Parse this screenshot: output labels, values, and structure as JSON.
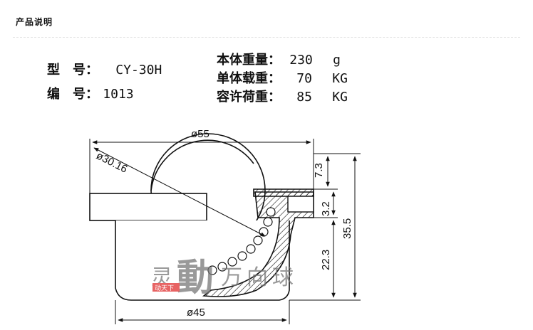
{
  "header": {
    "title": "产品说明"
  },
  "specs": {
    "model_label": "型　号：",
    "model_value": "CY-30H",
    "code_label": "编　号：",
    "code_value": "1013",
    "weight_label": "本体重量：",
    "weight_value": "230",
    "weight_unit": "g",
    "load_label": "单体载重：",
    "load_value": "70",
    "load_unit": "KG",
    "allow_label": "容许荷重：",
    "allow_value": "85",
    "allow_unit": "KG"
  },
  "drawing": {
    "dim_outer_diameter": "ø55",
    "dim_ball_diameter": "ø30.16",
    "dim_base_diameter": "ø45",
    "dim_top": "7.3",
    "dim_flange": "3.2",
    "dim_lower": "22.3",
    "dim_total": "35.5"
  },
  "watermark": {
    "brand": "灵動万向球",
    "seal": "动天下"
  },
  "colors": {
    "line": "#111111",
    "watermark": "#777777",
    "seal": "#e03030"
  }
}
